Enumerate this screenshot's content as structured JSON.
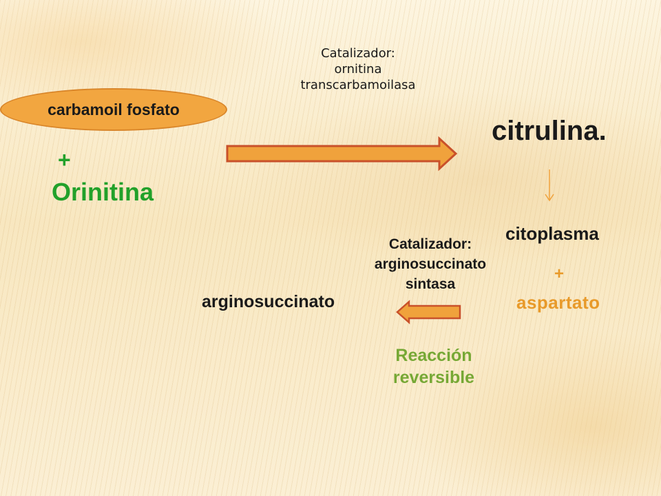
{
  "catalyst_top": {
    "line1": "Catalizador:",
    "line2": "ornitina",
    "line3": "transcarbamoilasa"
  },
  "reactant_1": "carbamoil fosfato",
  "plus_1": "+",
  "reactant_2": "Orinitina",
  "product_1": "citrulina.",
  "location": "citoplasma",
  "plus_2": "+",
  "reactant_3": "aspartato",
  "catalyst_bottom": {
    "line1": "Catalizador:",
    "line2": "arginosuccinato",
    "line3": "sintasa"
  },
  "product_2": "arginosuccinato",
  "note": {
    "line1": "Reacción",
    "line2": "reversible"
  },
  "colors": {
    "arrow_fill": "#f0a23c",
    "arrow_stroke": "#c9512a",
    "ellipse_fill": "#f2a640",
    "green_text": "#22a12a",
    "orange_text": "#e89a2a",
    "olive_text": "#76a835"
  }
}
